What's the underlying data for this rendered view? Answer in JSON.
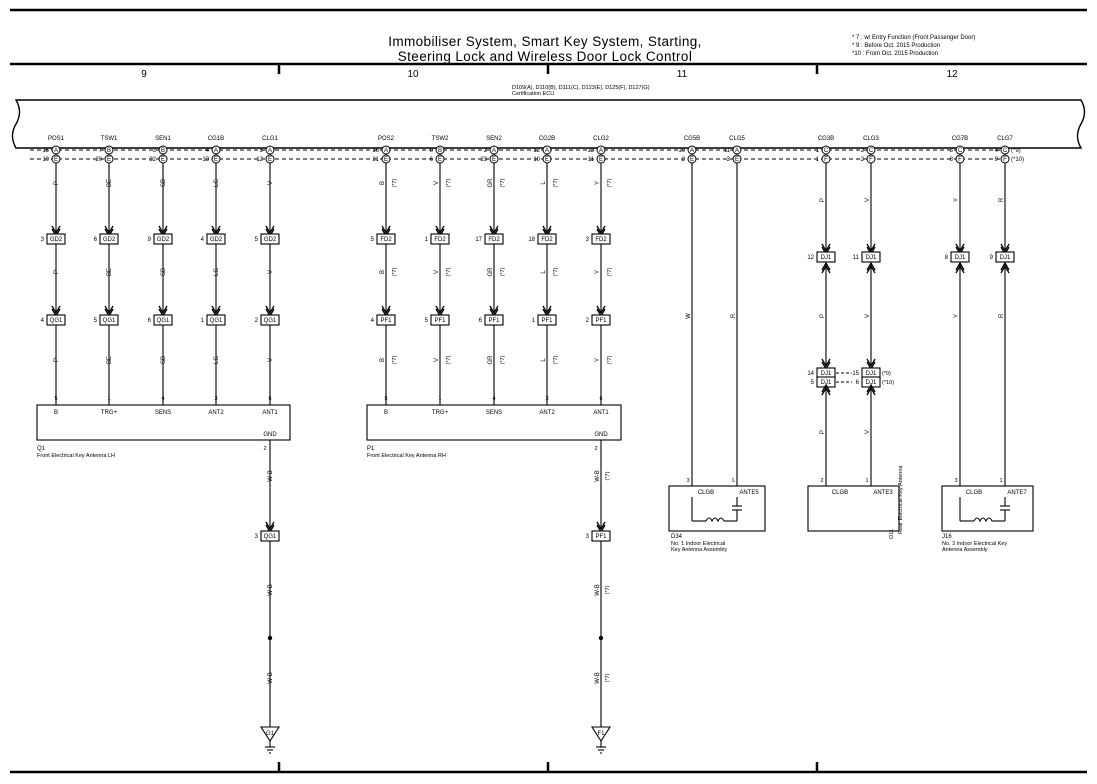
{
  "title": {
    "line1": "Immobiliser System,  Smart Key System,  Starting,",
    "line2": "Steering Lock and Wireless Door Lock Control"
  },
  "notes": [
    "* 7 : w/ Entry Function (Front Passenger Door)",
    "* 9 : Before Oct.  2015 Production",
    "*10 : From Oct.  2015 Production"
  ],
  "sections": [
    "9",
    "10",
    "11",
    "12"
  ],
  "ecu": {
    "connectors": "D109(A), D110(B), D111(C), D123(E), D125(F), D127(G)",
    "name": "Certification ECU"
  },
  "ecu_pins": [
    {
      "name": "POS1",
      "top": "15",
      "topc": "A",
      "bot": "19",
      "botc": "E"
    },
    {
      "name": "TSW1",
      "top": "7",
      "topc": "B",
      "bot": "20",
      "botc": "E"
    },
    {
      "name": "SEN1",
      "top": "3",
      "topc": "B",
      "bot": "22",
      "botc": "E"
    },
    {
      "name": "CG1B",
      "top": "4",
      "topc": "A",
      "bot": "13",
      "botc": "E"
    },
    {
      "name": "CLG1",
      "top": "5",
      "topc": "A",
      "bot": "12",
      "botc": "E"
    },
    {
      "name": "POS2",
      "top": "16",
      "topc": "A",
      "bot": "21",
      "botc": "E"
    },
    {
      "name": "TSW2",
      "top": "8",
      "topc": "B",
      "bot": "6",
      "botc": "E"
    },
    {
      "name": "SEN2",
      "top": "2",
      "topc": "A",
      "bot": "23",
      "botc": "E"
    },
    {
      "name": "CG2B",
      "top": "12",
      "topc": "A",
      "bot": "10",
      "botc": "E"
    },
    {
      "name": "CLG2",
      "top": "13",
      "topc": "A",
      "bot": "11",
      "botc": "E"
    },
    {
      "name": "CG5B",
      "top": "10",
      "topc": "A",
      "bot": "2",
      "botc": "E"
    },
    {
      "name": "CLG5",
      "top": "11",
      "topc": "A",
      "bot": "3",
      "botc": "E"
    },
    {
      "name": "CG3B",
      "top": "1",
      "topc": "C",
      "bot": "1",
      "botc": "F"
    },
    {
      "name": "CLG3",
      "top": "2",
      "topc": "C",
      "bot": "2",
      "botc": "F"
    },
    {
      "name": "CG7B",
      "top": "3",
      "topc": "C",
      "bot": "8",
      "botc": "F"
    },
    {
      "name": "CLG7",
      "top": "4",
      "topc": "C",
      "bot": "9",
      "botc": "F"
    }
  ],
  "ecu_notes": {
    "clg7_top": "(*9)",
    "clg7_bot": "(*10)"
  },
  "wire_colors": {
    "lh": [
      "P",
      "BE",
      "SB",
      "LG",
      "V"
    ],
    "rh": [
      "B",
      "V",
      "GR",
      "L",
      "Y"
    ],
    "rh_note": "(*7)",
    "a5": [
      "W",
      "R"
    ],
    "a3": [
      "P",
      "V"
    ],
    "a7": [
      "Y",
      "R"
    ],
    "gnd": "W-B"
  },
  "gd2": {
    "label": "GD2",
    "pins": [
      "3",
      "6",
      "9",
      "4",
      "5"
    ]
  },
  "fd2": {
    "label": "FD2",
    "pins": [
      "5",
      "1",
      "17",
      "18",
      "3"
    ]
  },
  "qg1": {
    "label": "QG1",
    "pins": [
      "4",
      "5",
      "6",
      "1",
      "2"
    ],
    "gnd_pin": "3"
  },
  "pf1": {
    "label": "PF1",
    "pins": [
      "4",
      "5",
      "6",
      "1",
      "2"
    ],
    "gnd_pin": "3"
  },
  "dj1": {
    "label": "DJ1",
    "upper": [
      "12",
      "11",
      "8",
      "9"
    ],
    "mid_left": [
      "14",
      "5"
    ],
    "mid_right": [
      "15",
      "6"
    ],
    "mid_notes": [
      "(*9)",
      "(*10)"
    ]
  },
  "ant_lh": {
    "pins_num": [
      "5",
      "1",
      "4",
      "3",
      "6"
    ],
    "pins_name": [
      "B",
      "TRG+",
      "SENS",
      "ANT2",
      "ANT1"
    ],
    "gnd_label": "GND",
    "gnd_num": "2",
    "code": "Q1",
    "name": "Front Electrical Key Antenna LH"
  },
  "ant_rh": {
    "pins_num": [
      "5",
      "1",
      "4",
      "3",
      "6"
    ],
    "pins_name": [
      "B",
      "TRG+",
      "SENS",
      "ANT2",
      "ANT1"
    ],
    "gnd_label": "GND",
    "gnd_num": "2",
    "code": "P1",
    "name": "Front Electrical Key Antenna RH"
  },
  "ant5": {
    "pin_l": "3",
    "pin_r": "1",
    "l": "CLGB",
    "r": "ANTE5",
    "code": "D34",
    "name1": "No. 1 Indoor Electrical",
    "name2": "Key Antenna Assembly"
  },
  "ant3": {
    "pin_l": "2",
    "pin_r": "1",
    "l": "CLGB",
    "r": "ANTE3",
    "code": "O11",
    "name": "Rear Electrical Key Antenna"
  },
  "ant7": {
    "pin_l": "3",
    "pin_r": "1",
    "l": "CLGB",
    "r": "ANTE7",
    "code": "J16",
    "name1": "No. 3 Indoor Electrical Key",
    "name2": "Antenna Assembly"
  },
  "grounds": [
    "G1",
    "F1"
  ]
}
